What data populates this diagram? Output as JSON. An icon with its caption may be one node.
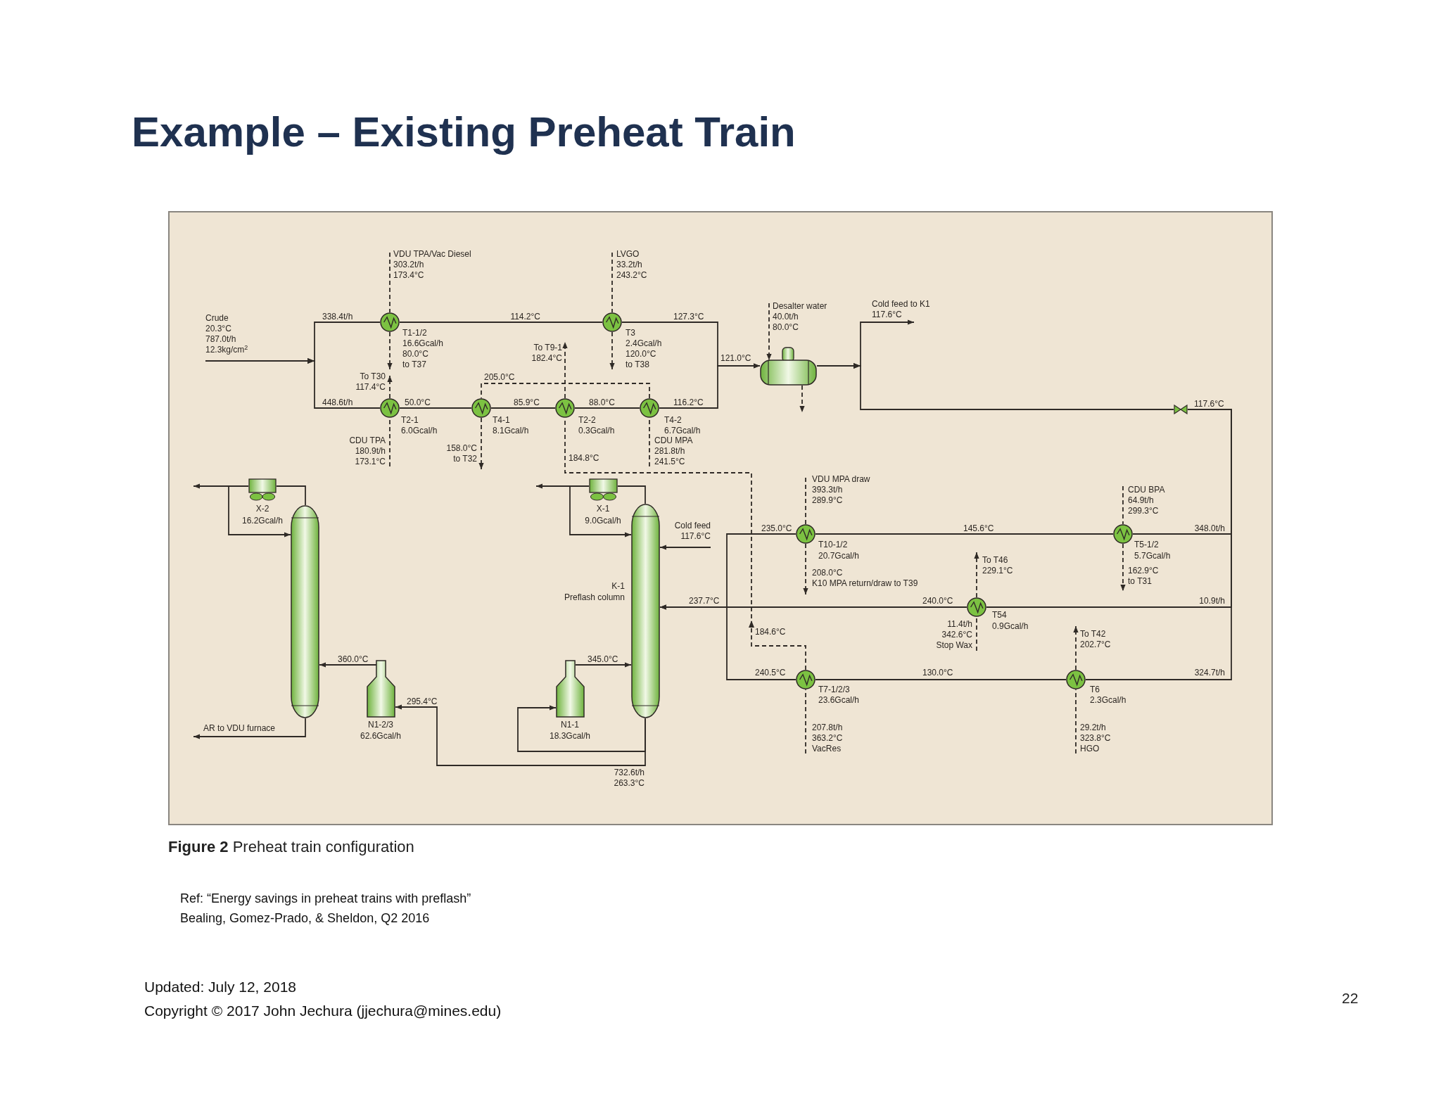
{
  "diagram": {
    "title": "Example – Existing Preheat Train",
    "caption": "**Figure 2** Preheat train configuration",
    "nodes": [
      {
        "text": [],
        "shape": "circle",
        "beside": [
          "T1-1/2",
          "16.6Gcal/h"
        ]
      },
      {
        "text": [],
        "shape": "circle",
        "beside": [
          "T3",
          "2.4Gcal/h"
        ]
      },
      {
        "text": [],
        "shape": "circle",
        "beside": [
          "T2-1",
          "6.0Gcal/h"
        ]
      },
      {
        "text": [],
        "shape": "circle",
        "beside": [
          "T4-1",
          "8.1Gcal/h"
        ]
      },
      {
        "text": [],
        "shape": "circle",
        "beside": [
          "T2-2",
          "0.3Gcal/h"
        ]
      },
      {
        "text": [],
        "shape": "circle",
        "beside": [
          "T4-2",
          "6.7Gcal/h"
        ]
      },
      {
        "text": [],
        "shape": "drum"
      },
      {
        "text": [],
        "shape": "valve"
      },
      {
        "text": [],
        "shape": "fan",
        "beside": [
          "X-2",
          "16.2Gcal/h"
        ]
      },
      {
        "text": [],
        "shape": "column"
      },
      {
        "text": [],
        "shape": "furnace",
        "beside": [
          "N1-2/3",
          "62.6Gcal/h"
        ]
      },
      {
        "text": [],
        "shape": "fan",
        "beside": [
          "X-1",
          "9.0Gcal/h"
        ]
      },
      {
        "text": [],
        "shape": "column",
        "beside": [
          "K-1",
          "Preflash column"
        ]
      },
      {
        "text": [],
        "shape": "furnace",
        "beside": [
          "N1-1",
          "18.3Gcal/h"
        ]
      },
      {
        "text": [],
        "shape": "circle",
        "beside": [
          "T10-1/2",
          "20.7Gcal/h"
        ]
      },
      {
        "text": [],
        "shape": "circle",
        "beside": [
          "T5-1/2",
          "5.7Gcal/h"
        ]
      },
      {
        "text": [],
        "shape": "circle",
        "beside": [
          "T54",
          "0.9Gcal/h"
        ]
      },
      {
        "text": [],
        "shape": "circle",
        "beside": [
          "T7-1/2/3",
          "23.6Gcal/h"
        ]
      },
      {
        "text": [],
        "shape": "circle",
        "beside": [
          "T6",
          "2.3Gcal/h"
        ]
      },
      {
        "text": [
          "Crude",
          "20.3°C",
          "787.0t/h",
          "12.3kg/cm$^{2}$"
        ]
      },
      {
        "text": [
          "Cold feed to K1",
          "117.6°C"
        ]
      },
      {
        "text": [
          "AR to VDU furnace"
        ]
      },
      {
        "text": [
          "Cold feed",
          "117.6°C"
        ]
      },
      {
        "text": [
          "VDU TPA/Vac Diesel",
          "303.2t/h",
          "173.4°C"
        ]
      },
      {
        "text": [
          "80.0°C",
          "to T37"
        ]
      },
      {
        "text": [
          "LVGO",
          "33.2t/h",
          "243.2°C"
        ]
      },
      {
        "text": [
          "120.0°C",
          "to T38"
        ]
      },
      {
        "text": [
          "CDU TPA",
          "180.9t/h",
          "173.1°C"
        ]
      },
      {
        "text": [
          "To T30",
          "117.4°C"
        ]
      },
      {
        "text": [
          "CDU MPA",
          "281.8t/h",
          "241.5°C"
        ]
      },
      {
        "text": [
          "158.0°C",
          "to T32"
        ]
      },
      {
        "text": [
          "To T9-1",
          "182.4°C"
        ]
      },
      {
        "text": [
          "207.8t/h",
          "363.2°C",
          "VacRes"
        ]
      },
      {
        "text": [
          "Desalter water",
          "40.0t/h",
          "80.0°C"
        ]
      },
      {
        "text": [
          "VDU MPA draw",
          "393.3t/h",
          "289.9°C"
        ]
      },
      {
        "text": [
          "208.0°C",
          "K10 MPA return/draw to T39"
        ]
      },
      {
        "text": [
          "CDU BPA",
          "64.9t/h",
          "299.3°C"
        ]
      },
      {
        "text": [
          "162.9°C",
          "to T31"
        ]
      },
      {
        "text": [
          "11.4t/h",
          "342.6°C",
          "Stop Wax"
        ]
      },
      {
        "text": [
          "To T46",
          "229.1°C"
        ]
      },
      {
        "text": [
          "29.2t/h",
          "323.8°C",
          "HGO"
        ]
      },
      {
        "text": [
          "To T42",
          "202.7°C"
        ]
      }
    ],
    "edges": [
      {
        "from": 19,
        "to": 0,
        "arrow": "to"
      },
      {
        "from": 19,
        "to": 2,
        "arrow": "to"
      },
      {
        "from": 0,
        "to": 1,
        "arrow": "none"
      },
      {
        "from": 2,
        "to": 3,
        "arrow": "none"
      },
      {
        "from": 3,
        "to": 4,
        "arrow": "none"
      },
      {
        "from": 4,
        "to": 5,
        "arrow": "none"
      },
      {
        "from": 1,
        "to": 6,
        "arrow": "to"
      },
      {
        "from": 5,
        "to": 6,
        "arrow": "to"
      },
      {
        "from": 6,
        "to": 20,
        "arrow": "to"
      },
      {
        "from": 6,
        "to": 7,
        "arrow": "to"
      },
      {
        "from": 7,
        "to": 15,
        "arrow": "none"
      },
      {
        "from": 7,
        "to": 16,
        "arrow": "none"
      },
      {
        "from": 7,
        "to": 18,
        "arrow": "none"
      },
      {
        "from": 15,
        "to": 14,
        "arrow": "none"
      },
      {
        "from": 16,
        "to": 12,
        "arrow": "to"
      },
      {
        "from": 18,
        "to": 17,
        "arrow": "none"
      },
      {
        "from": 14,
        "to": 12,
        "arrow": "to"
      },
      {
        "from": 17,
        "to": 12,
        "arrow": "to"
      },
      {
        "from": 9,
        "to": 8,
        "arrow": "none"
      },
      {
        "from": 8,
        "to": null,
        "arrow": "to"
      },
      {
        "from": 8,
        "to": 9,
        "arrow": "to"
      },
      {
        "from": 9,
        "to": 21,
        "arrow": "to"
      },
      {
        "from": 10,
        "to": 9,
        "arrow": "to"
      },
      {
        "from": 12,
        "to": 10,
        "arrow": "to"
      },
      {
        "from": 12,
        "to": 13,
        "arrow": "to"
      },
      {
        "from": 13,
        "to": 12,
        "arrow": "to"
      },
      {
        "from": 12,
        "to": 11,
        "arrow": "none"
      },
      {
        "from": 11,
        "to": null,
        "arrow": "to"
      },
      {
        "from": 11,
        "to": 12,
        "arrow": "to"
      },
      {
        "from": 22,
        "to": 12,
        "arrow": "to"
      },
      {
        "from": 23,
        "to": 0,
        "arrow": "none",
        "style": "dashed"
      },
      {
        "from": 0,
        "to": 24,
        "arrow": "to",
        "style": "dashed"
      },
      {
        "from": 25,
        "to": 1,
        "arrow": "none",
        "style": "dashed"
      },
      {
        "from": 1,
        "to": 26,
        "arrow": "to",
        "style": "dashed"
      },
      {
        "from": 27,
        "to": 2,
        "arrow": "none",
        "style": "dashed"
      },
      {
        "from": 2,
        "to": 28,
        "arrow": "to",
        "style": "dashed"
      },
      {
        "from": 29,
        "to": 5,
        "arrow": "none",
        "style": "dashed"
      },
      {
        "from": 5,
        "to": 3,
        "arrow": "none",
        "style": "dashed"
      },
      {
        "from": 3,
        "to": 30,
        "arrow": "to",
        "style": "dashed"
      },
      {
        "from": 17,
        "to": 4,
        "arrow": "to",
        "style": "dashed"
      },
      {
        "from": 4,
        "to": 31,
        "arrow": "to",
        "style": "dashed"
      },
      {
        "from": 32,
        "to": 17,
        "arrow": "none",
        "style": "dashed"
      },
      {
        "from": 33,
        "to": 6,
        "arrow": "to",
        "style": "dashed"
      },
      {
        "from": 6,
        "to": null,
        "arrow": "to",
        "style": "dashed"
      },
      {
        "from": 34,
        "to": 14,
        "arrow": "none",
        "style": "dashed"
      },
      {
        "from": 14,
        "to": 35,
        "arrow": "to",
        "style": "dashed"
      },
      {
        "from": 36,
        "to": 15,
        "arrow": "none",
        "style": "dashed"
      },
      {
        "from": 15,
        "to": 37,
        "arrow": "to",
        "style": "dashed"
      },
      {
        "from": 38,
        "to": 16,
        "arrow": "none",
        "style": "dashed"
      },
      {
        "from": 16,
        "to": 39,
        "arrow": "to",
        "style": "dashed"
      },
      {
        "from": 40,
        "to": 18,
        "arrow": "none",
        "style": "dashed"
      },
      {
        "from": 18,
        "to": 41,
        "arrow": "to",
        "style": "dashed"
      }
    ],
    "labels": [
      "338.4t/h",
      "114.2°C",
      "448.6t/h",
      "50.0°C",
      "205.0°C",
      "85.9°C",
      "88.0°C",
      "184.8°C",
      "127.3°C",
      "116.2°C",
      "121.0°C",
      "117.6°C",
      "235.0°C",
      "145.6°C",
      "348.0t/h",
      "237.7°C",
      "240.0°C",
      "10.9t/h",
      "184.6°C",
      "360.0°C",
      "345.0°C",
      "240.5°C",
      "130.0°C",
      "324.7t/h",
      "295.4°C",
      "732.6t/h",
      "263.3°C",
      "Ref:  “Energy savings in preheat trains with preflash”",
      "Bealing, Gomez-Prado, & Sheldon, Q2 2016",
      "Updated: July 12, 2018",
      "Copyright © 2017 John Jechura (jjechura@mines.edu)",
      "22"
    ]
  }
}
